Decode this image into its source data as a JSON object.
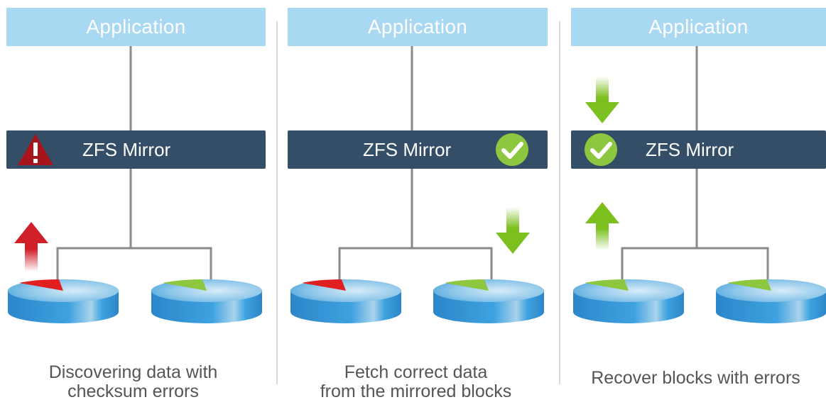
{
  "panels": [
    {
      "app_label": "Application",
      "zfs_label": "ZFS Mirror",
      "caption_lines": [
        "Discovering data with",
        "checksum errors"
      ],
      "status": "error",
      "disks": [
        "corrupt",
        "healthy"
      ],
      "arrows": [
        "up-red"
      ]
    },
    {
      "app_label": "Application",
      "zfs_label": "ZFS Mirror",
      "caption_lines": [
        "Fetch correct data",
        "from the mirrored blocks"
      ],
      "status": "ok",
      "disks": [
        "corrupt",
        "healthy"
      ],
      "arrows": [
        "down-green"
      ]
    },
    {
      "app_label": "Application",
      "zfs_label": "ZFS Mirror",
      "caption_lines": [
        "Recover blocks with errors"
      ],
      "status": "ok",
      "disks": [
        "healthy",
        "healthy"
      ],
      "arrows": [
        "down-green",
        "up-green"
      ]
    }
  ],
  "colors": {
    "app_box": "#a9d8f2",
    "zfs_box": "#334e66",
    "error_red": "#e02020",
    "ok_green": "#8dc63f",
    "disk_blue": "#3a9ad9",
    "line_gray": "#8a8a8a"
  },
  "icons": {
    "warning": "warning-icon",
    "check": "check-circle-icon",
    "arrow_up": "arrow-up-icon",
    "arrow_down": "arrow-down-icon",
    "disk": "disk-icon"
  }
}
